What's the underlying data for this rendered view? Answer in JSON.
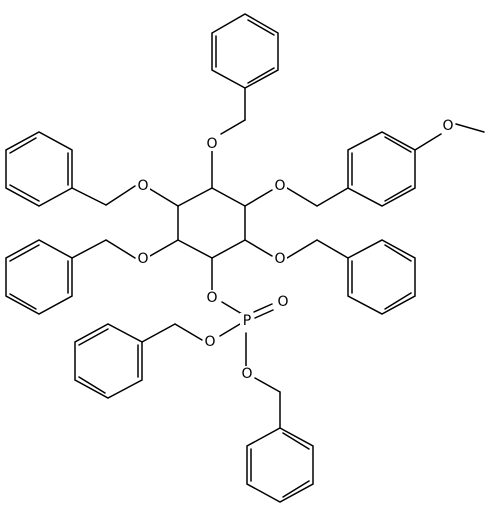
{
  "labels": {
    "o_top": "O",
    "o_upper_right": "O",
    "o_upper_left": "O",
    "o_mid_left": "O",
    "o_mid_right": "O",
    "o_ring_bottom": "O",
    "phosphorus": "P",
    "o_double_bond": "O",
    "o_phos_left": "O",
    "o_phos_down": "O",
    "o_methoxy": "O"
  },
  "colors": {
    "bond": "#000000",
    "background": "#ffffff"
  }
}
